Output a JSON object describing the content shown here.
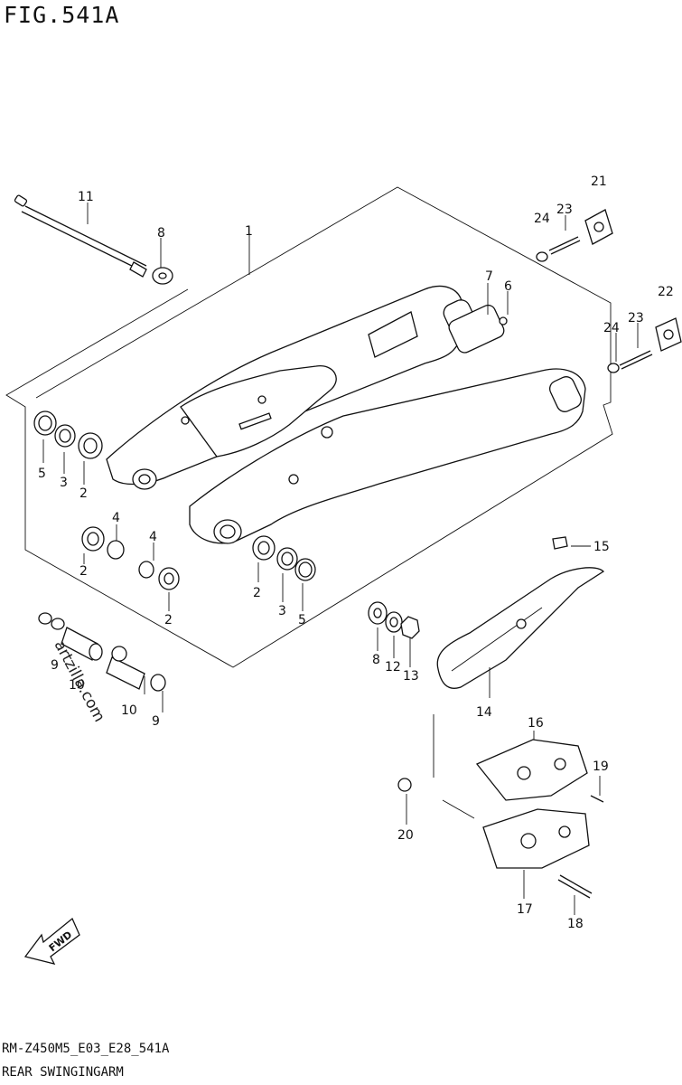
{
  "figure": {
    "title": "FIG.541A",
    "footer_code": "RM-Z450M5_E03_E28_541A",
    "footer_title": "REAR SWINGINGARM",
    "watermark": "artzilla.com",
    "fwd_label": "FWD"
  },
  "callouts": [
    {
      "id": "c11",
      "label": "11"
    },
    {
      "id": "c8a",
      "label": "8"
    },
    {
      "id": "c1",
      "label": "1"
    },
    {
      "id": "c21",
      "label": "21"
    },
    {
      "id": "c24a",
      "label": "24"
    },
    {
      "id": "c23a",
      "label": "23"
    },
    {
      "id": "c7",
      "label": "7"
    },
    {
      "id": "c6",
      "label": "6"
    },
    {
      "id": "c22",
      "label": "22"
    },
    {
      "id": "c24b",
      "label": "24"
    },
    {
      "id": "c23b",
      "label": "23"
    },
    {
      "id": "c5a",
      "label": "5"
    },
    {
      "id": "c3a",
      "label": "3"
    },
    {
      "id": "c2a",
      "label": "2"
    },
    {
      "id": "c4a",
      "label": "4"
    },
    {
      "id": "c2b",
      "label": "2"
    },
    {
      "id": "c4b",
      "label": "4"
    },
    {
      "id": "c2c",
      "label": "2"
    },
    {
      "id": "c2d",
      "label": "2"
    },
    {
      "id": "c3b",
      "label": "3"
    },
    {
      "id": "c5b",
      "label": "5"
    },
    {
      "id": "c15",
      "label": "15"
    },
    {
      "id": "c8b",
      "label": "8"
    },
    {
      "id": "c12",
      "label": "12"
    },
    {
      "id": "c13",
      "label": "13"
    },
    {
      "id": "c9a",
      "label": "9"
    },
    {
      "id": "c10a",
      "label": "10"
    },
    {
      "id": "c10b",
      "label": "10"
    },
    {
      "id": "c9b",
      "label": "9"
    },
    {
      "id": "c14",
      "label": "14"
    },
    {
      "id": "c16",
      "label": "16"
    },
    {
      "id": "c19",
      "label": "19"
    },
    {
      "id": "c20",
      "label": "20"
    },
    {
      "id": "c17",
      "label": "17"
    },
    {
      "id": "c18",
      "label": "18"
    }
  ]
}
